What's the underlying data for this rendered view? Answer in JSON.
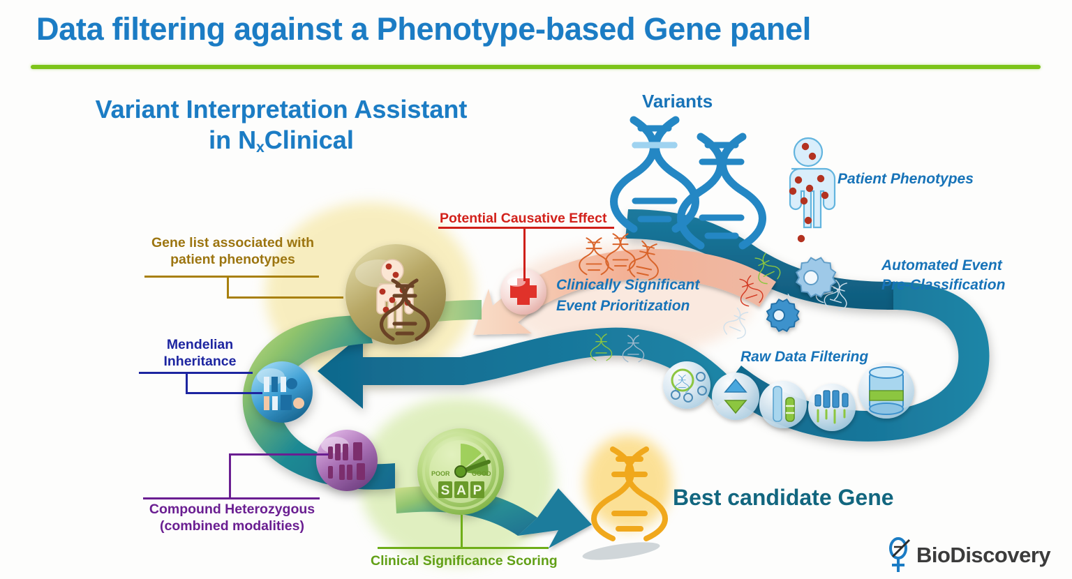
{
  "slide": {
    "title": "Data filtering against a Phenotype-based Gene panel",
    "accent_bar_color": "#7cc418",
    "title_color": "#1b7cc4",
    "background_color": "#fdfdfc"
  },
  "subtitle": {
    "line1": "Variant Interpretation Assistant",
    "line2_prefix": "in N",
    "line2_sub": "x",
    "line2_suffix": "Clinical"
  },
  "labels": {
    "variants": "Variants",
    "patient_phenotypes": "Patient Phenotypes",
    "automated_event_preclassification": "Automated Event\nPre-Classification",
    "raw_data_filtering": "Raw Data Filtering",
    "clinically_significant_event_prioritization": "Clinically Significant\nEvent Prioritization",
    "best_candidate_gene": "Best candidate Gene"
  },
  "callouts": [
    {
      "id": "gene-list",
      "text": "Gene list associated with\npatient phenotypes",
      "color": "#9c7510"
    },
    {
      "id": "potential-causative-effect",
      "text": "Potential Causative Effect",
      "color": "#d2211b"
    },
    {
      "id": "mendelian-inheritance",
      "text": "Mendelian\nInheritance",
      "color": "#1d25a0"
    },
    {
      "id": "compound-heterozygous",
      "text": "Compound Heterozygous\n(combined modalities)",
      "color": "#6a1e91"
    },
    {
      "id": "clinical-significance-scoring",
      "text": "Clinical Significance Scoring",
      "color": "#62a017"
    }
  ],
  "gauge": {
    "left_label": "POOR",
    "right_label": "GOOD",
    "center_text": "SAP"
  },
  "logo": {
    "text": "BioDiscovery",
    "mark_color": "#1b7cc4",
    "text_color": "#3b3b3b"
  },
  "icons": {
    "dna_helix_variants": "dna-helix-icon",
    "patient_figure": "patient-figure-icon",
    "red_cross": "medical-cross-icon",
    "gears": "gear-icon",
    "gene_sphere": "gene-phenotype-sphere-icon",
    "karyotype_sphere": "karyotype-sphere-icon",
    "chromosome_sphere": "chromosome-sphere-icon",
    "scoring_gauge": "score-gauge-icon",
    "golden_dna": "golden-dna-icon",
    "filter_spheres": [
      "dna-filter-icon",
      "sort-updown-icon",
      "track-bar-icon",
      "chromosome-bands-icon",
      "database-icon"
    ]
  }
}
